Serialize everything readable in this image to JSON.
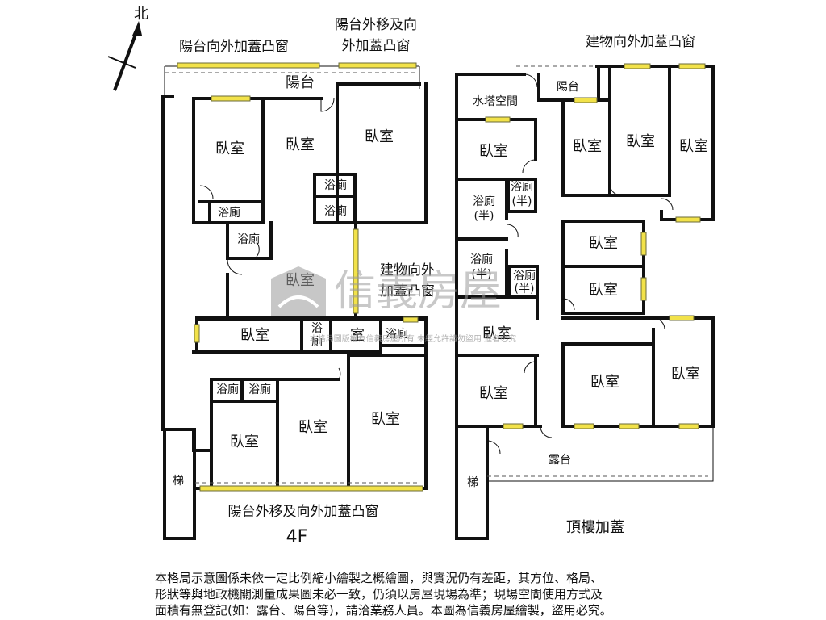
{
  "compass": {
    "north_label": "北"
  },
  "left_plan": {
    "floor_label": "4F",
    "notes": {
      "top_left": "陽台向外加蓋凸窗",
      "top_right_line1": "陽台外移及向",
      "top_right_line2": "外加蓋凸窗",
      "middle_line1": "建物向外",
      "middle_line2": "加蓋凸窗",
      "bottom": "陽台外移及向外加蓋凸窗"
    },
    "labels": {
      "balcony": "陽台",
      "bedroom": "臥室",
      "bath": "浴廁",
      "bath_split_top": "浴",
      "bath_split_bottom": "廁",
      "room": "室",
      "stairs": "梯"
    }
  },
  "right_plan": {
    "title": "頂樓加蓋",
    "notes": {
      "top": "建物向外加蓋凸窗"
    },
    "labels": {
      "water_tower": "水塔空間",
      "balcony": "陽台",
      "terrace": "露台",
      "bedroom": "臥室",
      "bath": "浴廁",
      "half": "(半)",
      "stairs": "梯"
    }
  },
  "watermark": {
    "brand": "信義房屋",
    "fine_print": "本格局圖版權為信義房屋所有 未經允許請勿盜用 違者必究"
  },
  "disclaimer": {
    "line1": "本格局示意圖係未依一定比例縮小繪製之概繪圖，與實況仍有差距，其方位、格局、",
    "line2": "形狀等與地政機關測量成果圖未必一致，仍須以房屋現場為準；現場空間使用方式及",
    "line3": "面積有無登記(如：露台、陽台等)，請洽業務人員。本圖為信義房屋繪製，盜用必究。"
  },
  "colors": {
    "wall": "#111111",
    "window": "#f2e24a",
    "watermark": "#9a9a9a"
  }
}
